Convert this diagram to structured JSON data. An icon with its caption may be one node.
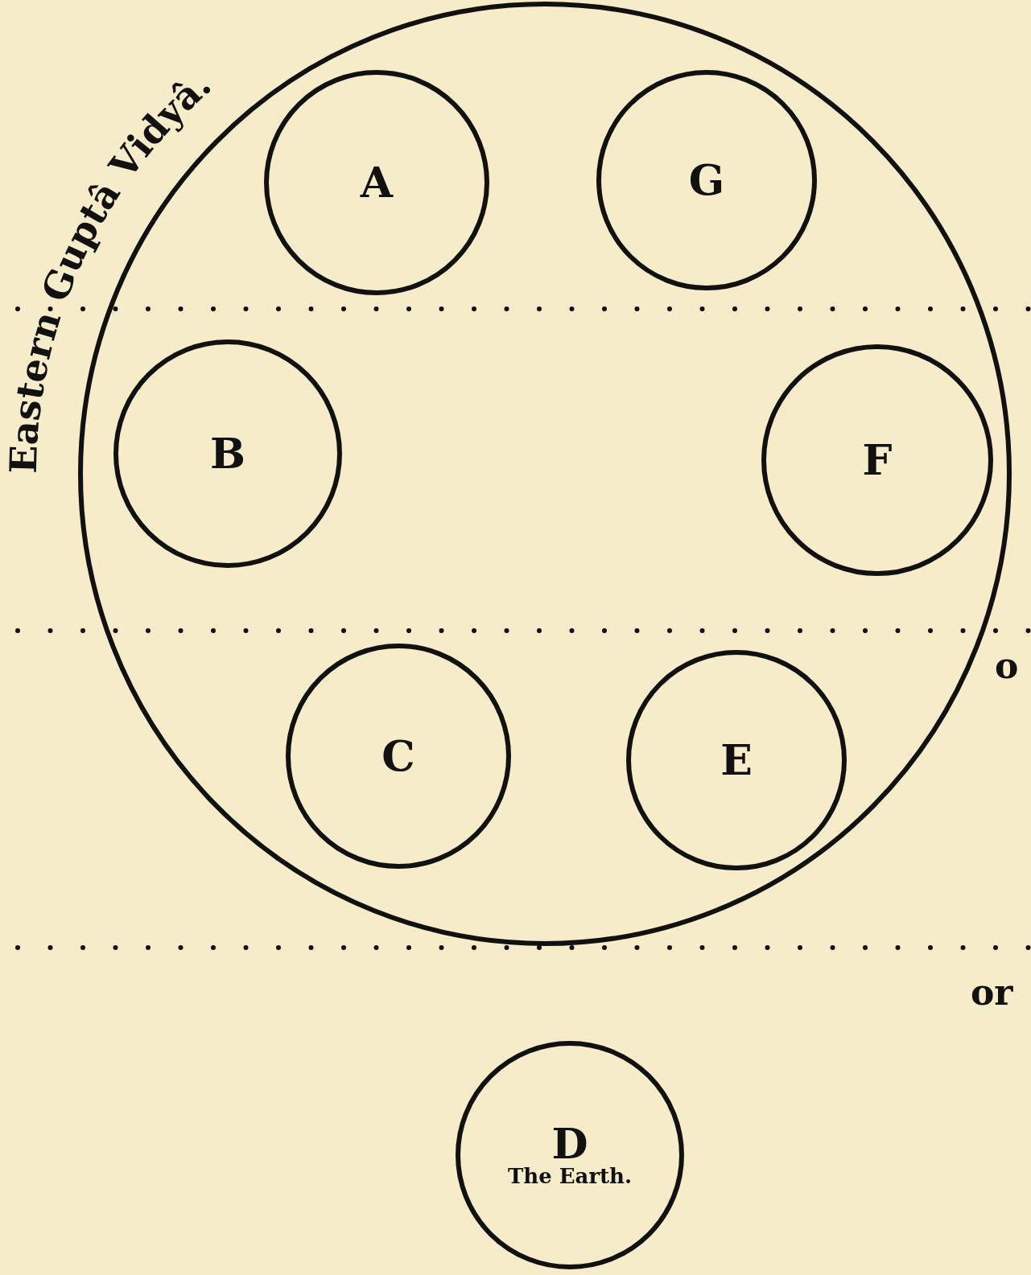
{
  "diagram": {
    "nodes": [
      {
        "text": [
          "Eastern Guptâ Vidyâ."
        ]
      },
      {
        "text": [
          "A"
        ],
        "in": 0
      },
      {
        "text": [
          "G"
        ],
        "in": 0
      },
      {
        "text": [
          "B"
        ],
        "in": 0
      },
      {
        "text": [
          "F"
        ],
        "in": 0
      },
      {
        "text": [
          "C"
        ],
        "in": 0
      },
      {
        "text": [
          "E"
        ],
        "in": 0
      },
      {
        "text": [
          "D",
          "The Earth."
        ]
      }
    ],
    "edges": [],
    "labels": [
      "o",
      "or"
    ]
  }
}
